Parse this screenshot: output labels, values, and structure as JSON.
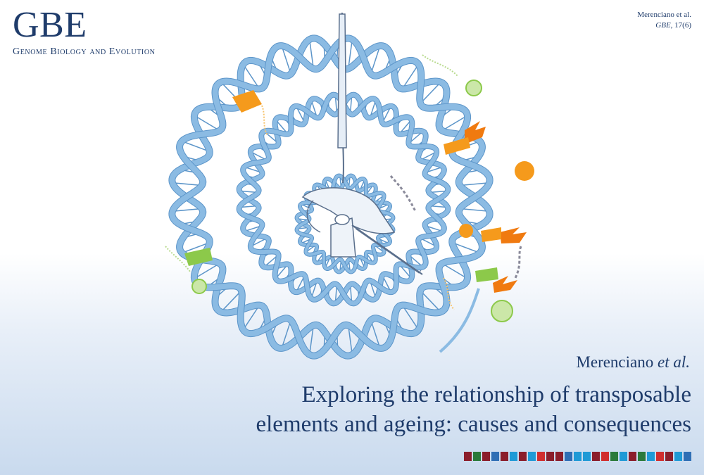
{
  "journal": {
    "logo": "GBE",
    "name": "Genome Biology and Evolution"
  },
  "citation": {
    "authors": "Merenciano et al.",
    "journal": "GBE",
    "volume": ", 17(6)"
  },
  "article": {
    "authors_lead": "Merenciano ",
    "authors_etal": "et al.",
    "title_line1": "Exploring the relationship of transposable",
    "title_line2": "elements and ageing: causes and consequences"
  },
  "colors": {
    "navy": "#1f3c6b",
    "dna_blue": "#8bbbe3",
    "dna_outline": "#5c95c9",
    "orange": "#f59a1c",
    "green": "#8cc94a",
    "grey": "#8a8a9a"
  },
  "color_strip": [
    "#8b1e2b",
    "#2b7a3b",
    "#8b1e2b",
    "#2f6fb5",
    "#8b1e2b",
    "#1f9ad6",
    "#8b1e2b",
    "#1f9ad6",
    "#d12e2e",
    "#8b1e2b",
    "#8b1e2b",
    "#2f6fb5",
    "#1f9ad6",
    "#1f9ad6",
    "#8b1e2b",
    "#d12e2e",
    "#2b7a3b",
    "#1f9ad6",
    "#8b1e2b",
    "#2b7a3b",
    "#1f9ad6",
    "#d12e2e",
    "#8b1e2b",
    "#1f9ad6",
    "#2f6fb5"
  ]
}
